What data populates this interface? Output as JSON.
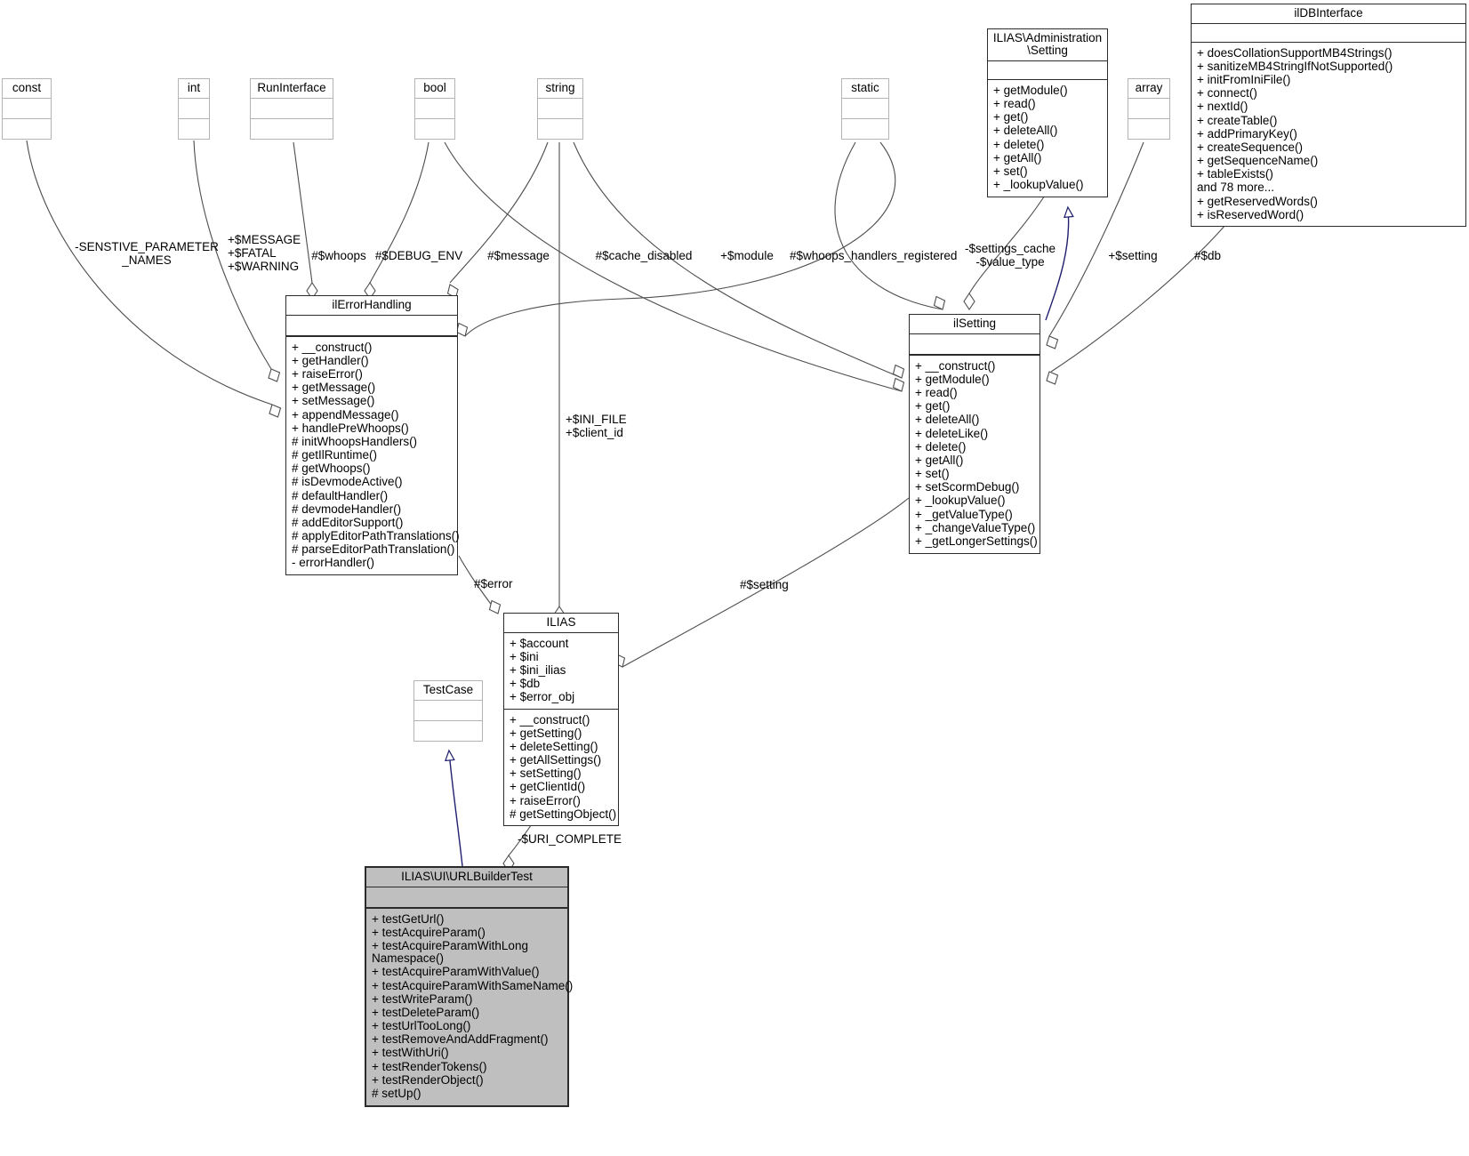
{
  "diagram": {
    "type": "uml-class-collaboration-diagram",
    "title": "ILIAS\\UI\\URLBuilderTest collaboration diagram"
  },
  "nodes": {
    "const": {
      "name": "const",
      "attributes": [],
      "methods": []
    },
    "int": {
      "name": "int",
      "attributes": [],
      "methods": []
    },
    "runinterface": {
      "name": "RunInterface",
      "attributes": [],
      "methods": []
    },
    "bool": {
      "name": "bool",
      "attributes": [],
      "methods": []
    },
    "string": {
      "name": "string",
      "attributes": [],
      "methods": []
    },
    "static": {
      "name": "static",
      "attributes": [],
      "methods": []
    },
    "array": {
      "name": "array",
      "attributes": [],
      "methods": []
    },
    "testcase": {
      "name": "TestCase",
      "attributes": [],
      "methods": []
    },
    "adminsetting": {
      "name": "ILIAS\\Administration\n\\Setting",
      "attributes": [],
      "methods": [
        "+ getModule()",
        "+ read()",
        "+ get()",
        "+ deleteAll()",
        "+ delete()",
        "+ getAll()",
        "+ set()",
        "+ _lookupValue()"
      ]
    },
    "ildbinterface": {
      "name": "ilDBInterface",
      "attributes": [],
      "methods": [
        "+ doesCollationSupportMB4Strings()",
        "+ sanitizeMB4StringIfNotSupported()",
        "+ initFromIniFile()",
        "+ connect()",
        "+ nextId()",
        "+ createTable()",
        "+ addPrimaryKey()",
        "+ createSequence()",
        "+ getSequenceName()",
        "+ tableExists()",
        "and 78 more...",
        "+ getReservedWords()",
        "+ isReservedWord()"
      ]
    },
    "ilerrorhandling": {
      "name": "ilErrorHandling",
      "attributes": [],
      "methods": [
        "+ __construct()",
        "+ getHandler()",
        "+ raiseError()",
        "+ getMessage()",
        "+ setMessage()",
        "+ appendMessage()",
        "+ handlePreWhoops()",
        "# initWhoopsHandlers()",
        "# getIlRuntime()",
        "# getWhoops()",
        "# isDevmodeActive()",
        "# defaultHandler()",
        "# devmodeHandler()",
        "# addEditorSupport()",
        "# applyEditorPathTranslations()",
        "# parseEditorPathTranslation()",
        "- errorHandler()"
      ]
    },
    "ilsetting": {
      "name": "ilSetting",
      "attributes": [],
      "methods": [
        "+ __construct()",
        "+ getModule()",
        "+ read()",
        "+ get()",
        "+ deleteAll()",
        "+ deleteLike()",
        "+ delete()",
        "+ getAll()",
        "+ set()",
        "+ setScormDebug()",
        "+ _lookupValue()",
        "+ _getValueType()",
        "+ _changeValueType()",
        "+ _getLongerSettings()"
      ]
    },
    "ilias": {
      "name": "ILIAS",
      "attributes": [
        "+ $account",
        "+ $ini",
        "+ $ini_ilias",
        "+ $db",
        "+ $error_obj"
      ],
      "methods": [
        "+ __construct()",
        "+ getSetting()",
        "+ deleteSetting()",
        "+ getAllSettings()",
        "+ setSetting()",
        "+ getClientId()",
        "+ raiseError()",
        "# getSettingObject()"
      ]
    },
    "urlbuildertest": {
      "name": "ILIAS\\UI\\URLBuilderTest",
      "attributes": [],
      "methods": [
        "+ testGetUrl()",
        "+ testAcquireParam()",
        "+ testAcquireParamWithLong Namespace()",
        "+ testAcquireParamWithValue()",
        "+ testAcquireParamWithSameName()",
        "+ testWriteParam()",
        "+ testDeleteParam()",
        "+ testUrlTooLong()",
        "+ testRemoveAndAddFragment()",
        "+ testWithUri()",
        "+ testRenderTokens()",
        "+ testRenderObject()",
        "# setUp()"
      ]
    }
  },
  "edge_labels": {
    "sensitive_parameter_names": "-SENSTIVE_PARAMETER\n_NAMES",
    "message_fatal_warning": "+$MESSAGE\n+$FATAL\n+$WARNING",
    "whoops": "#$whoops",
    "debug_env": "#$DEBUG_ENV",
    "message": "#$message",
    "cache_disabled": "#$cache_disabled",
    "module": "+$module",
    "whoops_handlers_registered": "#$whoops_handlers_registered",
    "settings_cache_value_type": "-$settings_cache\n-$value_type",
    "setting_plus": "+$setting",
    "db": "#$db",
    "ini_file_client_id": "+$INI_FILE\n+$client_id",
    "error": "#$error",
    "setting_hash": "#$setting",
    "uri_complete": "-$URI_COMPLETE"
  },
  "colors": {
    "stub_border": "#b4b4b4",
    "solid_border": "#2b2b2b",
    "focus_fill": "#bfbfbf",
    "edge_line": "#4d4d4d",
    "inherit_line": "#1f1f6e",
    "text": "#000000",
    "background": "#ffffff"
  }
}
